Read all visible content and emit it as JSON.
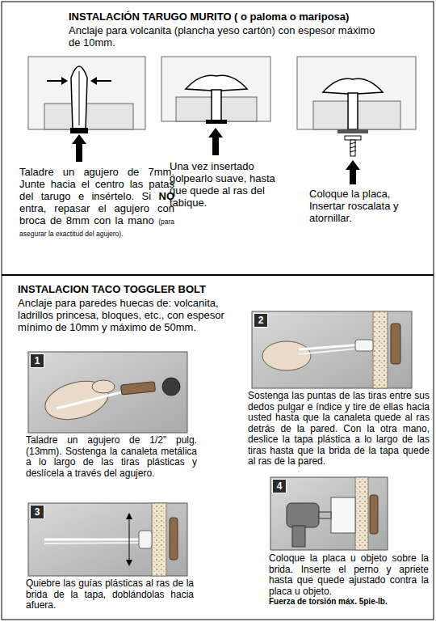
{
  "diagram": {
    "title": "INSTALACIÓN TARUGO MURITO ( o paloma o mariposa)",
    "nodes": [
      {
        "text": [
          "1"
        ]
      },
      {
        "text": [
          "2"
        ]
      },
      {
        "text": [
          "3"
        ]
      },
      {
        "text": [
          "4"
        ]
      }
    ],
    "labels": [
      "Anclaje para volcanita (plancha yeso cartón) con espesor máximo de 10mm.",
      "Taladre un agujero de 7mm. Junte hacia el centro las patas del tarugo e insértelo. Si",
      "NO",
      "entra, repasar el agujero con broca de 8mm con la mano",
      "(para asegurar la exactitud del agujero).",
      "Una vez insertado golpearlo suave, hasta que quede al ras del tabique.",
      "Coloque la placa, Insertar roscalata y atornillar.",
      "INSTALACION TACO TOGGLER BOLT",
      "Anclaje para paredes huecas de: volcanita, ladrillos princesa, bloques, etc., con espesor mínimo de 10mm y máximo de 50mm.",
      "Taladre un agujero de 1/2\" pulg. (13mm). Sostenga la canaleta metálica a lo largo de las tiras plásticas y deslícela a través del agujero.",
      "Sostenga las puntas de las tiras entre sus dedos pulgar e índice y tire de ellas hacia usted hasta que la canaleta quede al ras detrás de la pared. Con la otra mano, deslice la tapa plástica a lo largo de las tiras hasta que la brida de la tapa quede al ras de la pared.",
      "Quiebre las guías plásticas al ras de la brida de la tapa, doblándolas hacia afuera.",
      "Coloque la placa u objeto sobre la brida. Inserte el perno y apriete hasta que quede ajustado contra la placa u objeto.",
      "Fuerza de torsión máx. 5pie-lb."
    ]
  }
}
